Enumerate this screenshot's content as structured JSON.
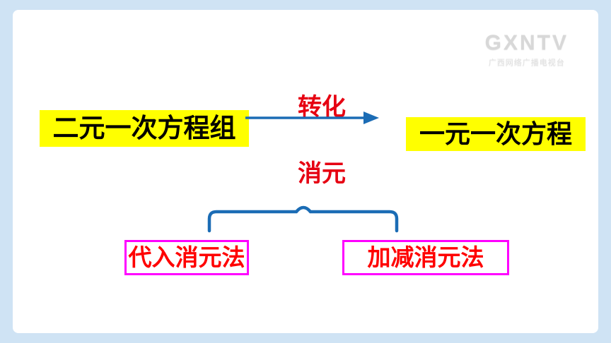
{
  "watermark": {
    "logo": "GXNTV",
    "subtitle": "广西网络广播电视台"
  },
  "diagram": {
    "left_node": "二元一次方程组",
    "right_node": "一元一次方程",
    "arrow_top_label": "转化",
    "arrow_bottom_label": "消元",
    "method_left": "代入消元法",
    "method_right": "加减消元法"
  },
  "colors": {
    "background": "#cfe3f4",
    "panel": "#ffffff",
    "highlight": "#ffff00",
    "red_label": "#e60012",
    "arrow_blue": "#1b6cb5",
    "method_border": "#ff00ff",
    "method_text": "#ff0000",
    "node_text": "#000000"
  }
}
